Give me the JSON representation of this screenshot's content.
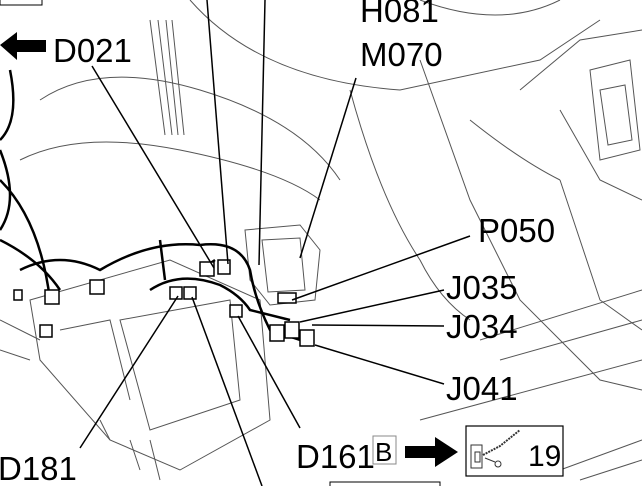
{
  "diagram": {
    "labels": {
      "d021": "D021",
      "h081": "H081",
      "m070": "M070",
      "p050": "P050",
      "j035": "J035",
      "j034": "J034",
      "j041": "J041",
      "d181": "D181",
      "d161": "D161",
      "variant": "B",
      "ref_page": "19"
    },
    "icons": [
      "arrow-left-icon",
      "arrow-right-icon",
      "connector-ground-icon"
    ]
  }
}
